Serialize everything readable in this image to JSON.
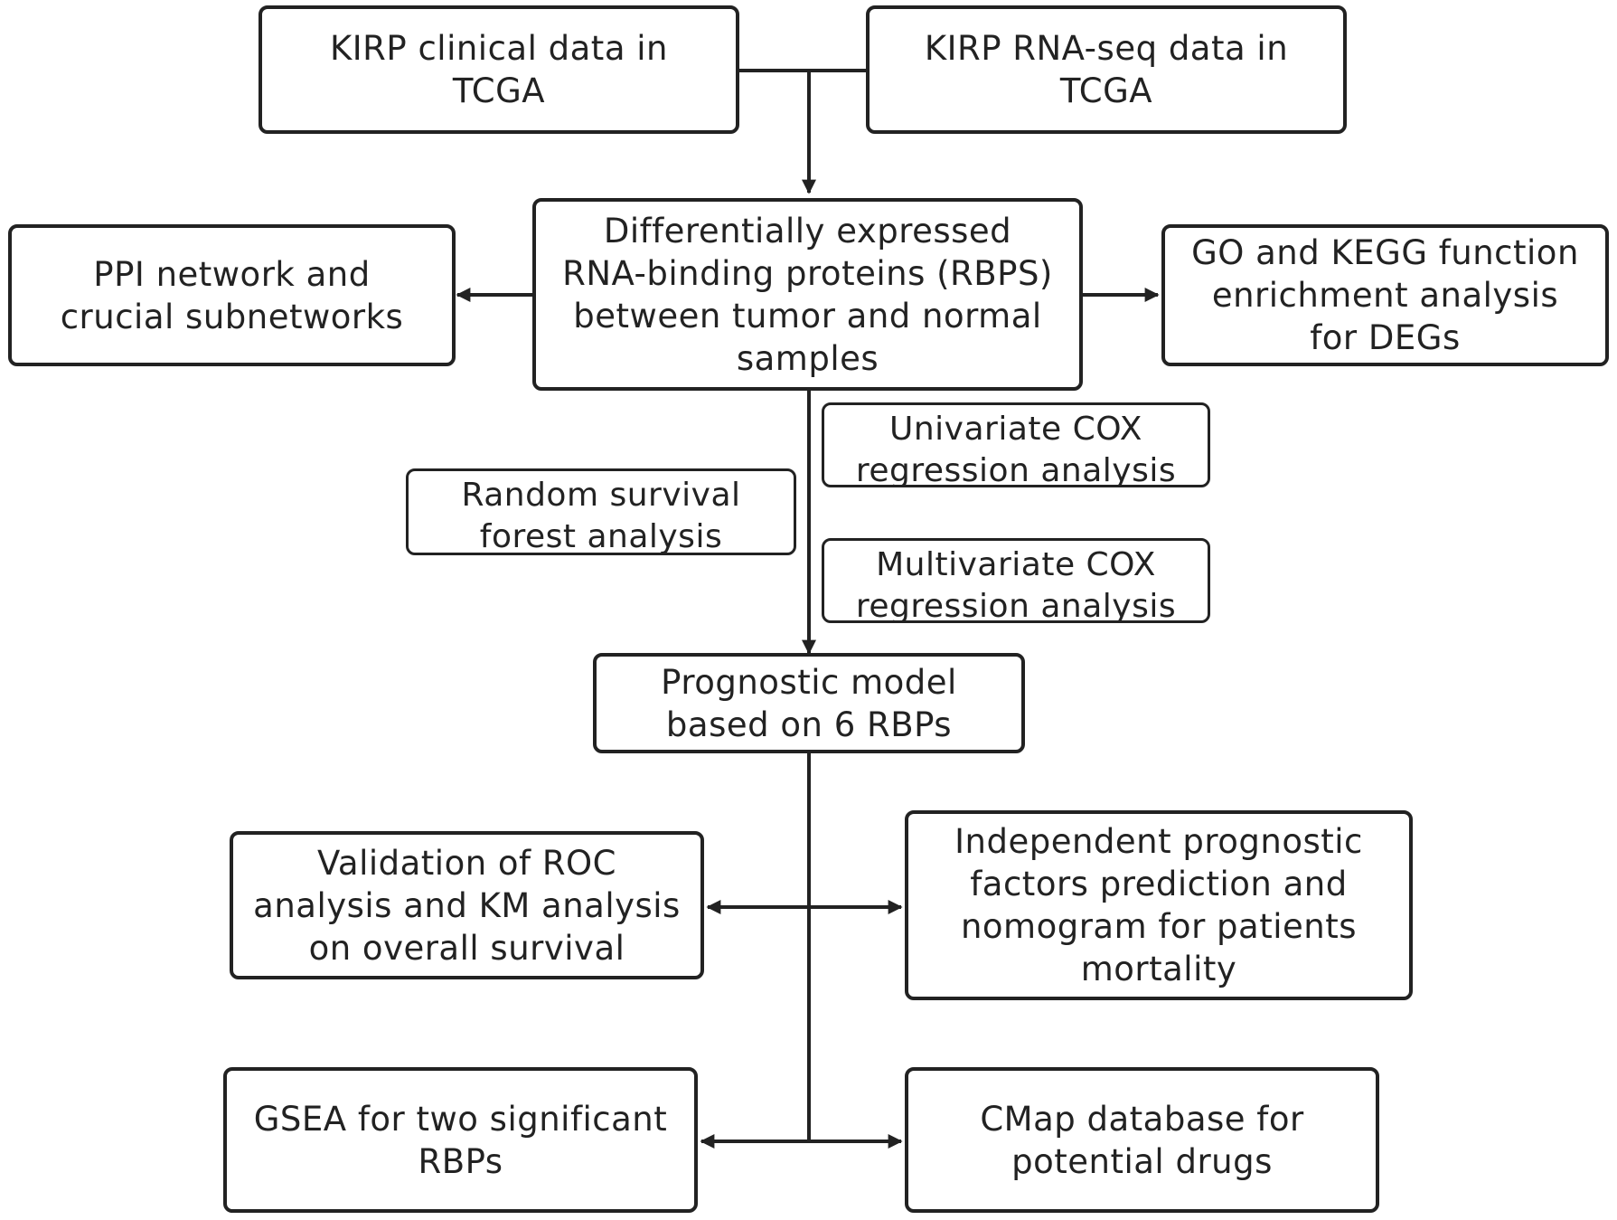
{
  "colors": {
    "line": "#222222",
    "box_fill": "#ffffff",
    "background": "#ffffff"
  },
  "nodes": {
    "clinical": "KIRP clinical data  in\nTCGA",
    "rnaseq": "KIRP RNA-seq data  in\nTCGA",
    "degs": "Differentially expressed\nRNA-binding proteins (RBPS)\nbetween tumor and normal\nsamples",
    "ppi": "PPI network and\ncrucial subnetworks",
    "go_kegg": "GO and KEGG function\nenrichment analysis\nfor DEGs",
    "univariate": "Univariate COX\nregression analysis",
    "rsf": "Random survival\nforest analysis",
    "multivariate": "Multivariate COX\nregression analysis",
    "model": "Prognostic model\nbased on 6 RBPs",
    "roc_km": "Validation of ROC\nanalysis and KM analysis\non overall survival",
    "independent": "Independent prognostic\nfactors prediction and\nnomogram for patients\nmortality",
    "gsea": "GSEA for two significant\nRBPs",
    "cmap": "CMap database for\npotential drugs"
  }
}
